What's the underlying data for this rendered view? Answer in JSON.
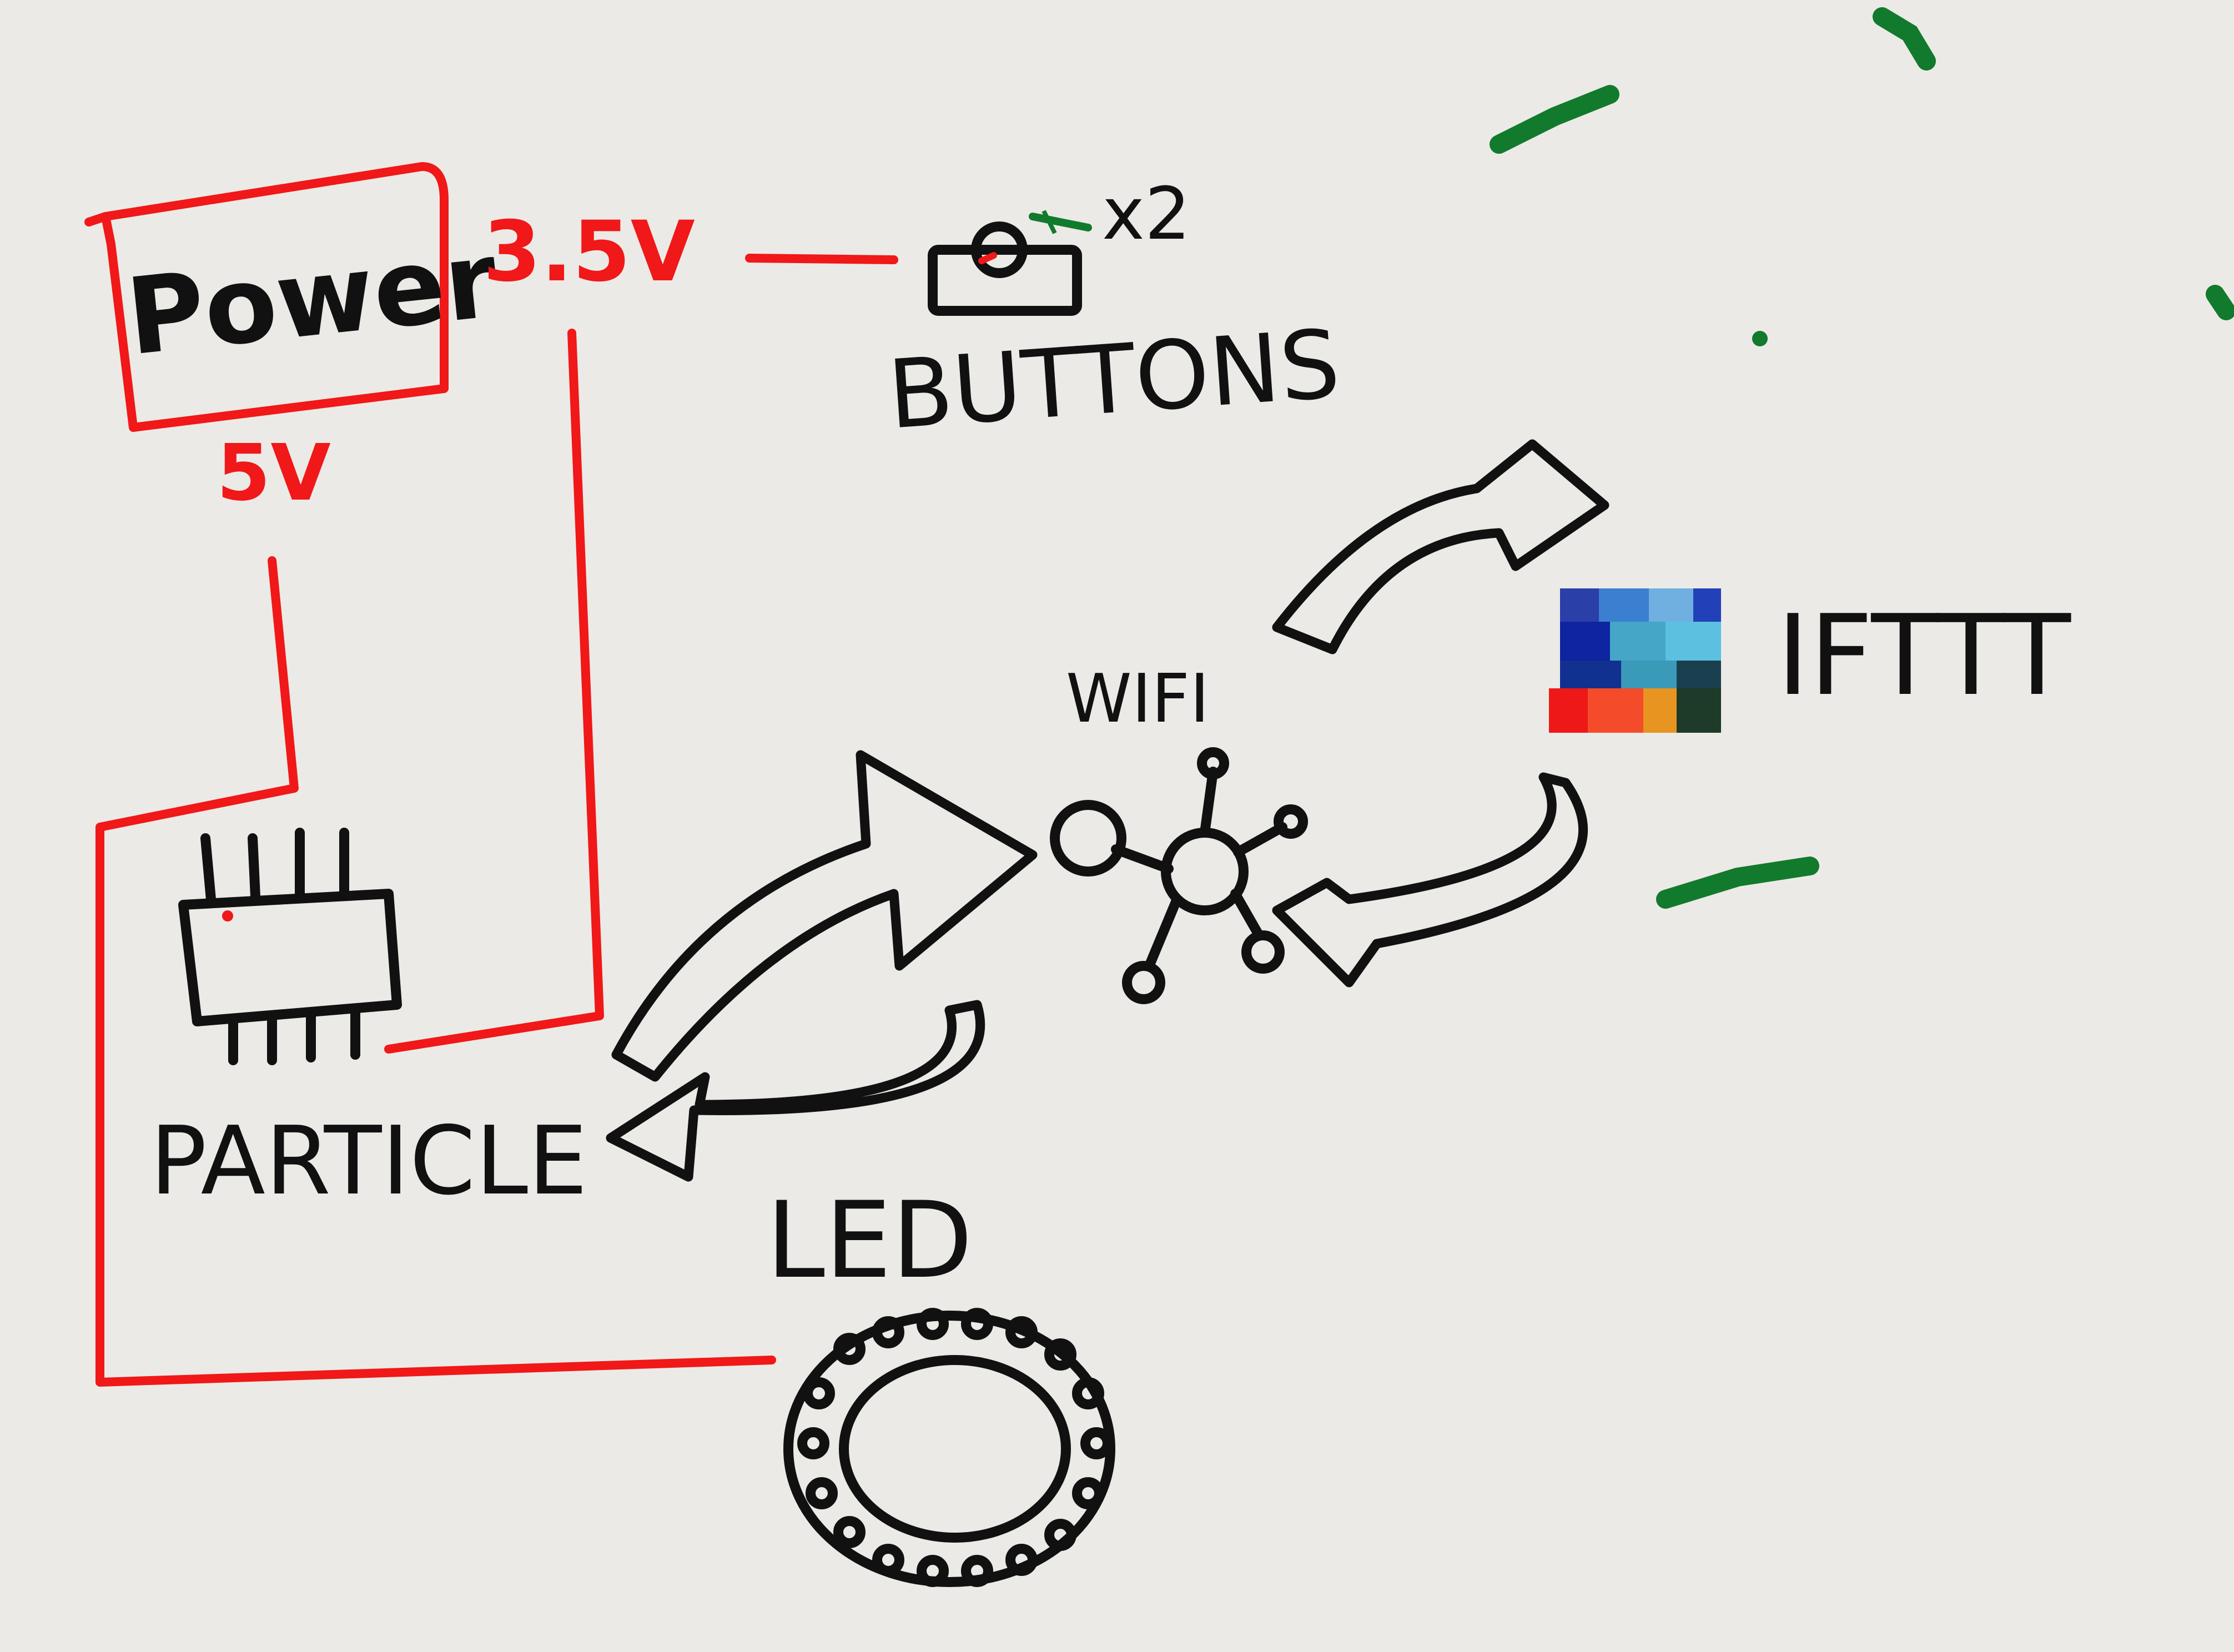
{
  "labels": {
    "power": "Power",
    "voltage_3_5": "3.5V",
    "voltage_5": "5V",
    "buttons": "BUTTONS",
    "buttons_qty": "x2",
    "particle": "PARTICLE",
    "wifi": "WIFI",
    "ifttt": "IFTTT",
    "led": "LED"
  },
  "colors": {
    "paper": "#eceae6",
    "ink": "#111111",
    "wire": "#f01818",
    "stray_marks": "#127a2c"
  },
  "icons": {
    "buttons": "push-button-icon",
    "particle": "microcontroller-chip-icon",
    "wifi": "network-node-icon",
    "ifttt": "ifttt-logo-icon",
    "led": "led-ring-icon"
  }
}
